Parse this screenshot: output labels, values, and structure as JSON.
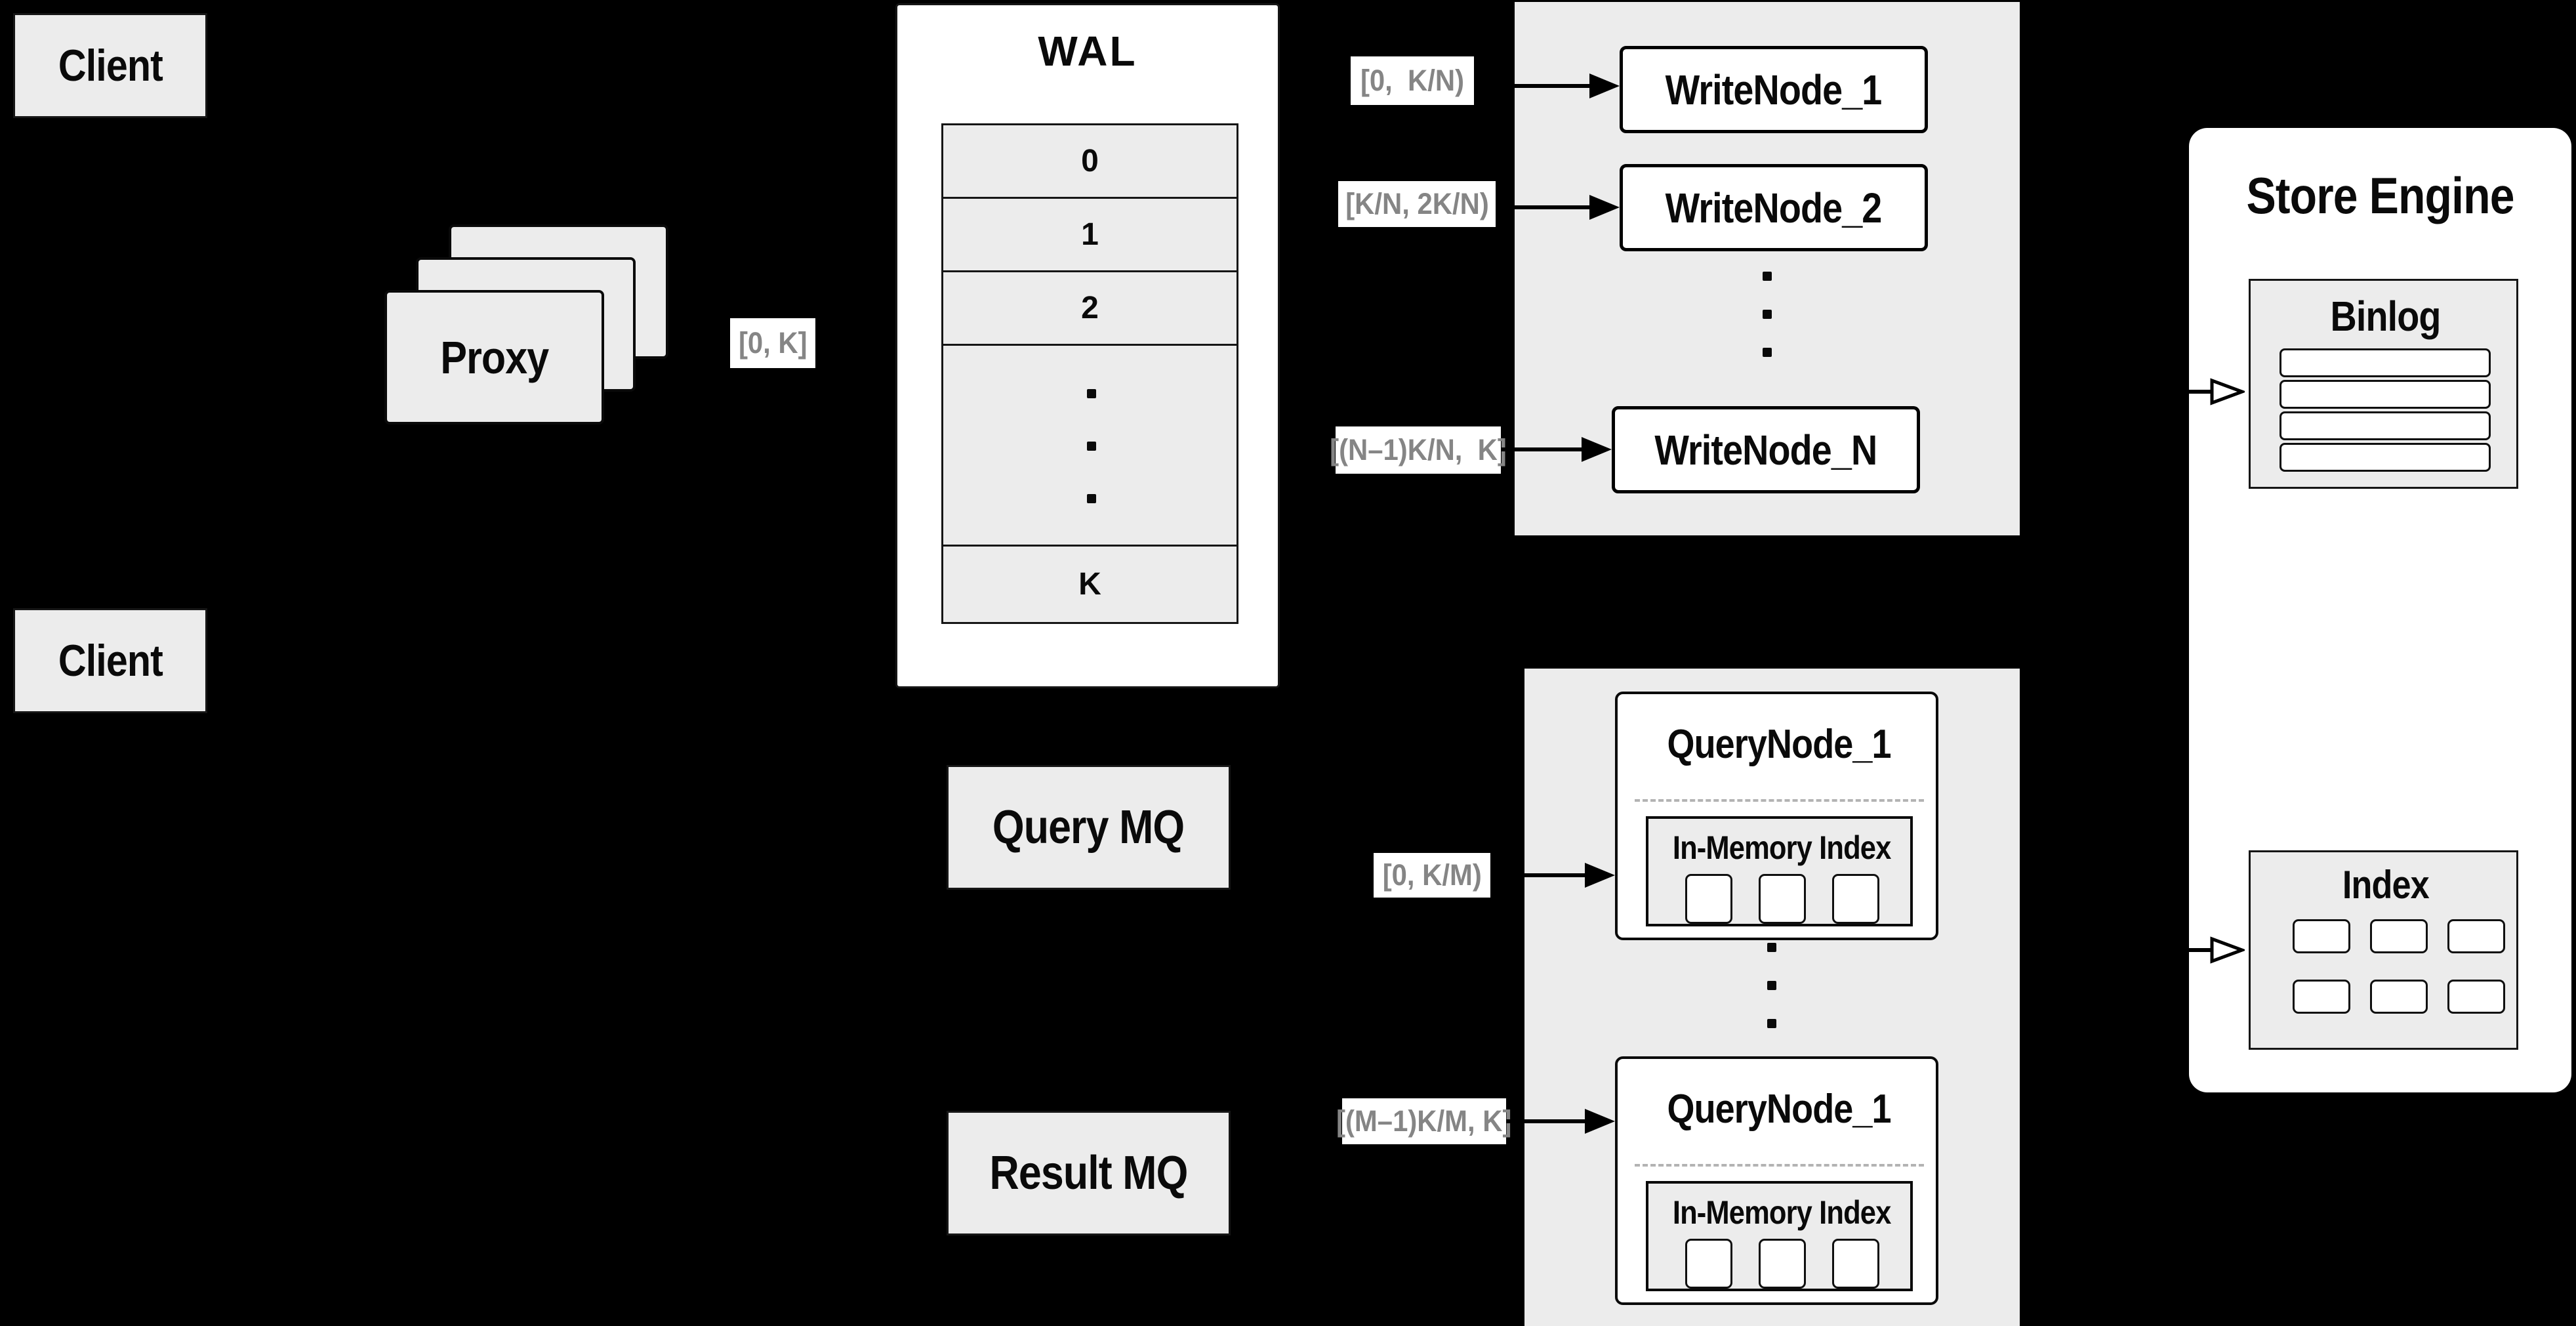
{
  "colors": {
    "background": "#000000",
    "surface": "#ececec",
    "node_fill": "#ffffff",
    "border": "#111111",
    "range_text": "#858585",
    "dashed_divider": "#b3b3b3",
    "arrow": "#000000"
  },
  "clients": {
    "top_label": "Client",
    "bottom_label": "Client"
  },
  "proxy": {
    "label": "Proxy",
    "range_label": "[0, K]"
  },
  "wal": {
    "title": "WAL",
    "rows": [
      "0",
      "1",
      "2",
      "K"
    ]
  },
  "write_panel": {
    "nodes": [
      {
        "label": "WriteNode_1",
        "range": "[0,  K/N)"
      },
      {
        "label": "WriteNode_2",
        "range": "[K/N, 2K/N)"
      },
      {
        "label": "WriteNode_N",
        "range": "[(N–1)K/N,  K]"
      }
    ]
  },
  "mq": {
    "query_label": "Query MQ",
    "result_label": "Result MQ"
  },
  "query_panel": {
    "nodes": [
      {
        "label": "QueryNode_1",
        "inner_title": "In-Memory Index",
        "range": "[0, K/M)"
      },
      {
        "label": "QueryNode_1",
        "inner_title": "In-Memory Index",
        "range": "[(M–1)K/M, K]"
      }
    ]
  },
  "store_engine": {
    "title": "Store Engine",
    "binlog_title": "Binlog",
    "index_title": "Index"
  }
}
